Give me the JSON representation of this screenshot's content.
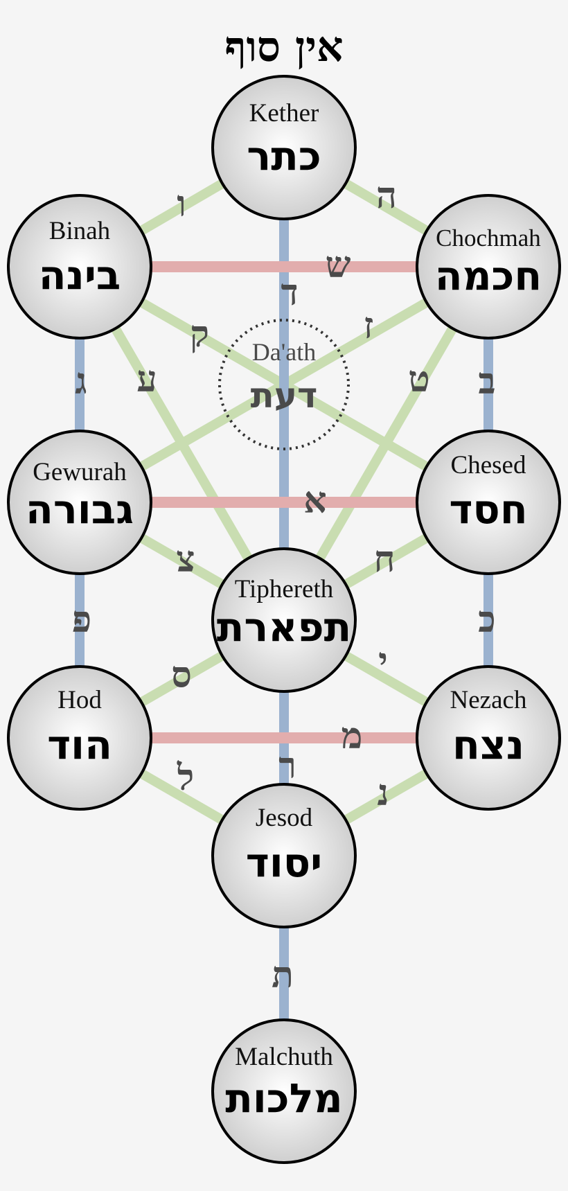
{
  "title": "אין סוף",
  "colors": {
    "background": "#f5f5f5",
    "horizontal_path": "#e2adad",
    "vertical_path": "#9bb2cf",
    "diagonal_path": "#c9ddb1",
    "node_stroke": "#000000",
    "node_fill_center": "#ffffff",
    "node_fill_edge": "#cfcfcf",
    "letter_color": "#4a4a4a"
  },
  "sephirot": {
    "kether": {
      "latin": "Kether",
      "hebrew": "כתר"
    },
    "binah": {
      "latin": "Binah",
      "hebrew": "בינה"
    },
    "chochmah": {
      "latin": "Chochmah",
      "hebrew": "חכמה"
    },
    "daath": {
      "latin": "Da'ath",
      "hebrew": "דעת"
    },
    "gewurah": {
      "latin": "Gewurah",
      "hebrew": "גבורה"
    },
    "chesed": {
      "latin": "Chesed",
      "hebrew": "חסד"
    },
    "tiphereth": {
      "latin": "Tiphereth",
      "hebrew": "תפארת"
    },
    "hod": {
      "latin": "Hod",
      "hebrew": "הוד"
    },
    "nezach": {
      "latin": "Nezach",
      "hebrew": "נצח"
    },
    "jesod": {
      "latin": "Jesod",
      "hebrew": "יסוד"
    },
    "malchuth": {
      "latin": "Malchuth",
      "hebrew": "מלכות"
    }
  },
  "paths": {
    "kether_binah": "ו",
    "kether_chochmah": "ה",
    "kether_tiphereth": "ד",
    "binah_chochmah": "ש",
    "binah_chesed": "ק",
    "chochmah_gewurah": "ז",
    "binah_gewurah": "ג",
    "binah_tiphereth": "ע",
    "chochmah_tiphereth": "ט",
    "chochmah_chesed": "ב",
    "gewurah_chesed": "א",
    "gewurah_tiphereth": "צ",
    "chesed_tiphereth": "ח",
    "gewurah_hod": "פ",
    "chesed_nezach": "כ",
    "tiphereth_hod": "ס",
    "tiphereth_nezach": "י",
    "hod_nezach": "מ",
    "tiphereth_jesod": "ר",
    "hod_jesod": "ל",
    "nezach_jesod": "נ",
    "jesod_malchuth": "ת"
  }
}
